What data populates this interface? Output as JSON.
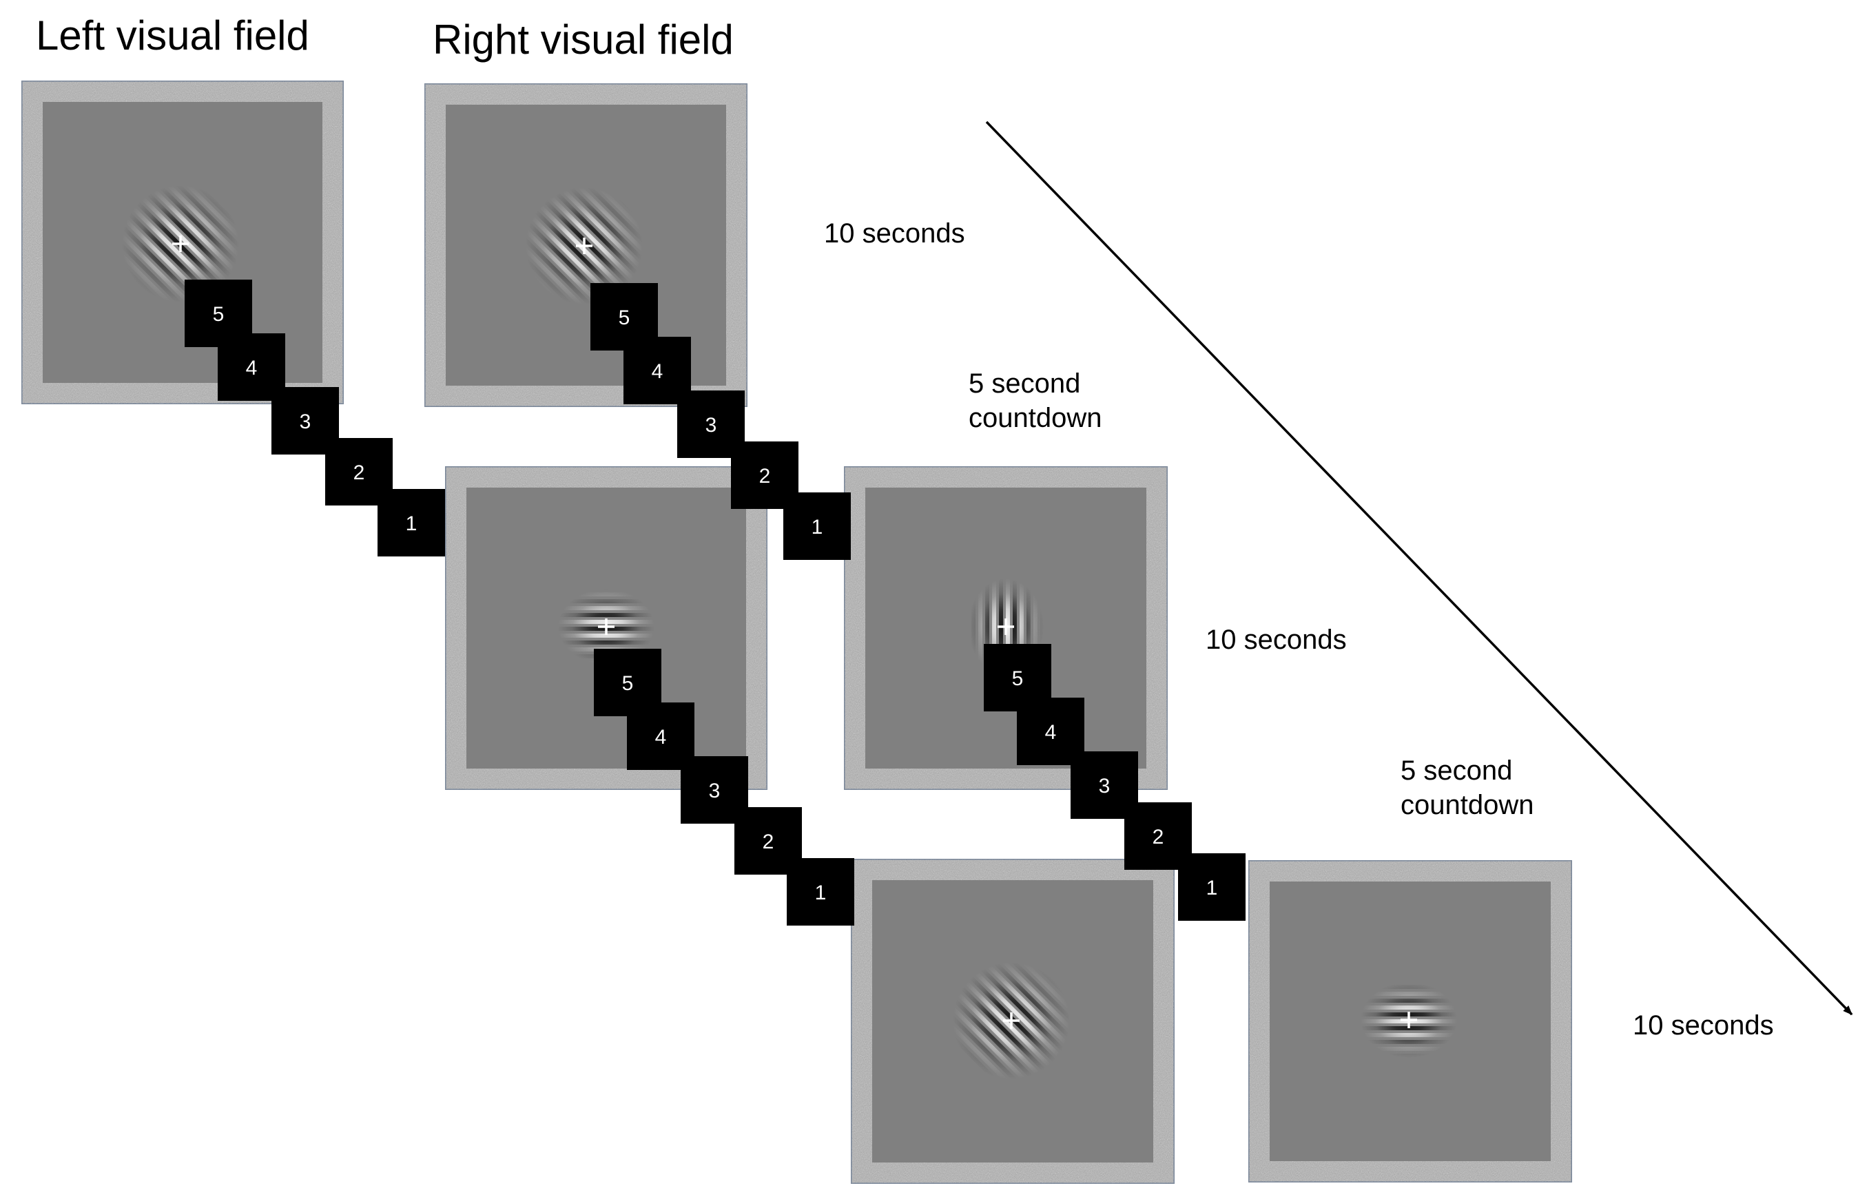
{
  "headings": {
    "left": "Left visual field",
    "right": "Right visual field"
  },
  "annotations": {
    "stim1": "10 seconds",
    "countdown1_line1": "5 second",
    "countdown1_line2": "countdown",
    "stim2": "10 seconds",
    "countdown2_line1": "5 second",
    "countdown2_line2": "countdown",
    "stim3": "10 seconds"
  },
  "countdown": [
    "5",
    "4",
    "3",
    "2",
    "1"
  ],
  "stimuli": [
    {
      "field": "left",
      "step": 1,
      "grating": "diagonal"
    },
    {
      "field": "right",
      "step": 1,
      "grating": "diagonal"
    },
    {
      "field": "left",
      "step": 2,
      "grating": "horizontal"
    },
    {
      "field": "right",
      "step": 2,
      "grating": "vertical"
    },
    {
      "field": "left",
      "step": 3,
      "grating": "diagonal"
    },
    {
      "field": "right",
      "step": 3,
      "grating": "horizontal"
    }
  ],
  "colors": {
    "frame_noise": "#a9a9a9",
    "screen_gray": "#808080",
    "countdown_box": "#000000",
    "fixation_cross": "#ffffff"
  },
  "icons": {
    "time_arrow": "time-arrow-icon",
    "fixation": "fixation-cross-icon"
  }
}
